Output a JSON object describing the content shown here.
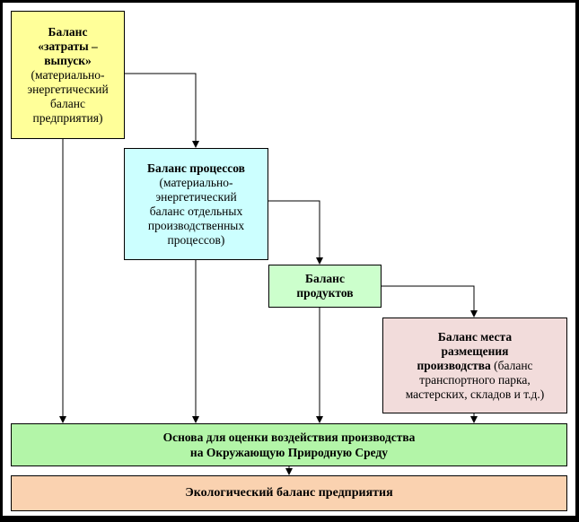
{
  "diagram": {
    "nodes": {
      "io_balance": {
        "title_lines": [
          "Баланс",
          "«затраты –",
          "выпуск»"
        ],
        "detail_lines": [
          "(материально-",
          "энергетический",
          "баланс",
          "предприятия)"
        ],
        "color": "#ffff99"
      },
      "process_balance": {
        "title_lines": [
          "Баланс процессов"
        ],
        "detail_lines": [
          "(материально-",
          "энергетический",
          "баланс отдельных",
          "производственных",
          "процессов)"
        ],
        "color": "#ccffff"
      },
      "product_balance": {
        "title_lines": [
          "Баланс",
          "продуктов"
        ],
        "color": "#ccffcc"
      },
      "location_balance": {
        "title_lines": [
          "Баланс места",
          "размещения"
        ],
        "title_tail": "производства",
        "detail_inline": " (баланс",
        "detail_lines": [
          "транспортного парка,",
          "мастерских, складов и т.д.)"
        ],
        "color": "#f2dcdb"
      },
      "impact_basis": {
        "lines": [
          "Основа для оценки воздействия производства",
          "на Окружающую Природную Среду"
        ],
        "color": "#b3f5a8"
      },
      "eco_balance": {
        "lines": [
          "Экологический баланс предприятия"
        ],
        "color": "#fad2b0"
      }
    },
    "edges": [
      {
        "from": "io_balance",
        "to": "process_balance"
      },
      {
        "from": "process_balance",
        "to": "product_balance"
      },
      {
        "from": "product_balance",
        "to": "location_balance"
      },
      {
        "from": "io_balance",
        "to": "impact_basis"
      },
      {
        "from": "process_balance",
        "to": "impact_basis"
      },
      {
        "from": "product_balance",
        "to": "impact_basis"
      },
      {
        "from": "location_balance",
        "to": "impact_basis"
      },
      {
        "from": "impact_basis",
        "to": "eco_balance"
      }
    ]
  }
}
